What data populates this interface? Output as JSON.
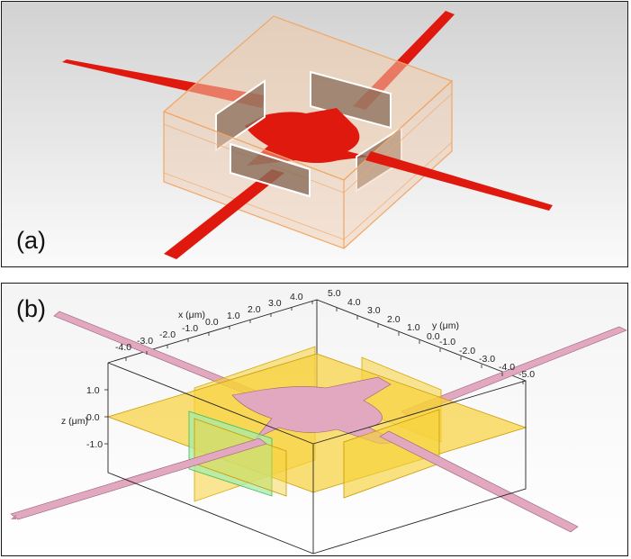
{
  "panels": {
    "a": {
      "label": "(a)"
    },
    "b": {
      "label": "(b)"
    }
  },
  "axes_b": {
    "x_label": "x (μm)",
    "y_label": "y (μm)",
    "z_label": "z (μm)",
    "x_ticks": [
      "-4.0",
      "-3.0",
      "-2.0",
      "-1.0",
      "0.0",
      "1.0",
      "2.0",
      "3.0",
      "4.0",
      "5.0"
    ],
    "y_ticks": [
      "4.0",
      "3.0",
      "2.0",
      "1.0",
      "0.0",
      "-1.0",
      "-2.0",
      "-3.0",
      "-4.0",
      "-5.0"
    ],
    "z_ticks": [
      "1.0",
      "0.0",
      "-1.0"
    ]
  },
  "colors": {
    "waveguide_a": "#e0190f",
    "box_a": "#f0c8a8",
    "waveguide_b": "#e2a8bf",
    "planes_b": "#f6d23a",
    "port_b": "#a6ecab"
  }
}
